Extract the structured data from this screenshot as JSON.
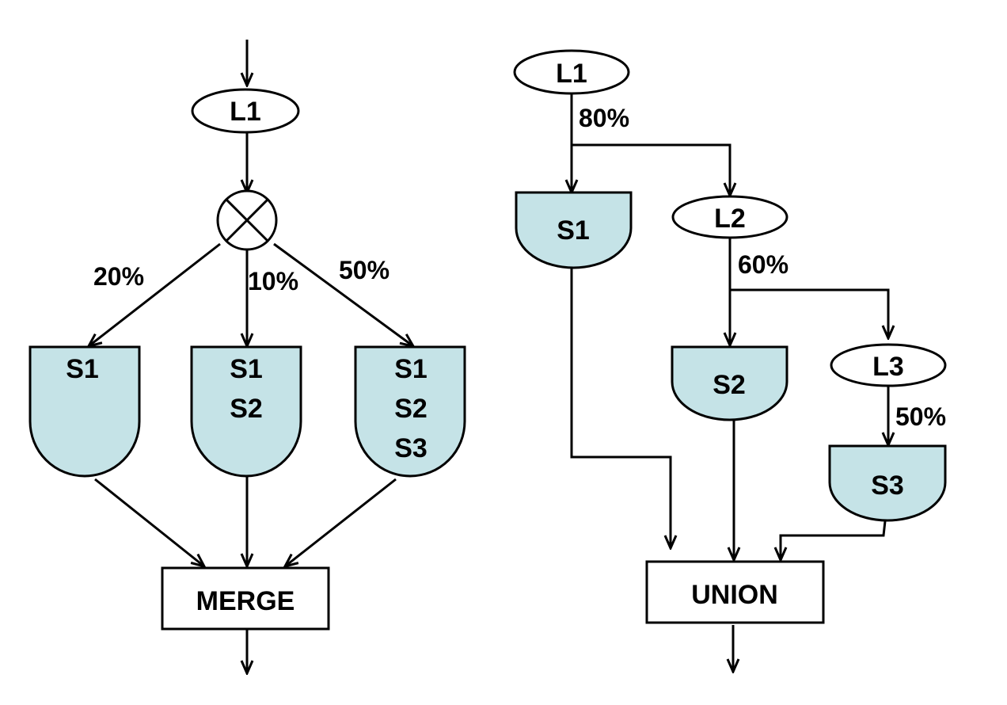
{
  "colors": {
    "stroke": "#000000",
    "shape_fill": "#c5e3e7",
    "background": "#ffffff"
  },
  "left": {
    "l1": "L1",
    "splitter_icon": "circle-cross-icon",
    "pct_s1": "20%",
    "pct_s12": "10%",
    "pct_s123": "50%",
    "s1": [
      "S1"
    ],
    "s12": [
      "S1",
      "S2"
    ],
    "s123": [
      "S1",
      "S2",
      "S3"
    ],
    "merge": "MERGE"
  },
  "right": {
    "l1": "L1",
    "pct_l1": "80%",
    "s1": "S1",
    "l2": "L2",
    "pct_l2": "60%",
    "s2": "S2",
    "l3": "L3",
    "pct_l3": "50%",
    "s3": "S3",
    "union": "UNION"
  }
}
